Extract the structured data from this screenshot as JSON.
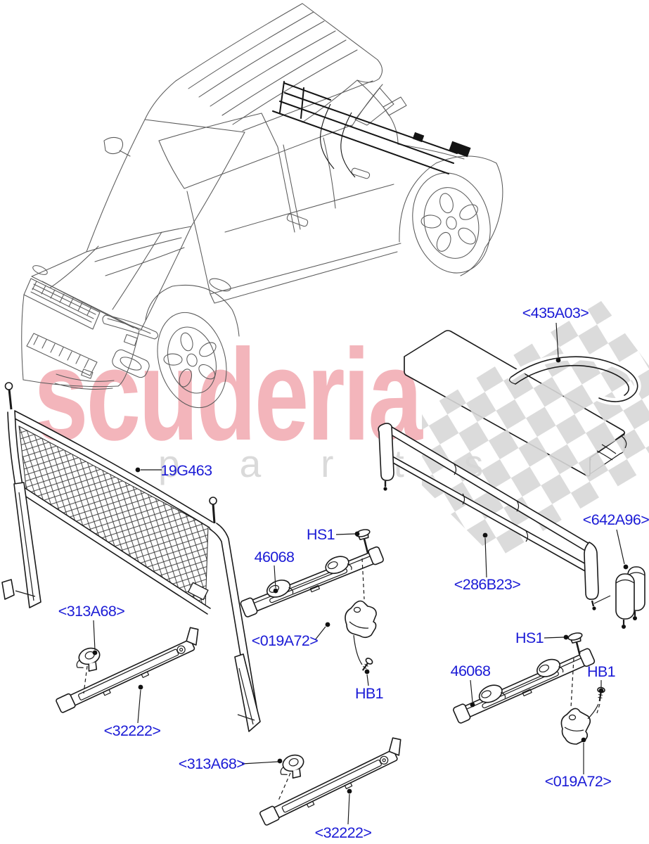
{
  "watermark": {
    "brand": "scuderia",
    "subtext": "parts"
  },
  "colors": {
    "label_blue": "#1b1bd6",
    "watermark_pink": "#f3b5bb",
    "watermark_gray": "#dadada",
    "line_black": "#1a1a1a",
    "car_gray": "#5a5a5a"
  },
  "labels": [
    {
      "id": "435A03",
      "text": "<435A03>"
    },
    {
      "id": "19G463",
      "text": "19G463"
    },
    {
      "id": "HS1-a",
      "text": "HS1"
    },
    {
      "id": "46068-a",
      "text": "46068"
    },
    {
      "id": "019A72-a",
      "text": "<019A72>"
    },
    {
      "id": "HB1-a",
      "text": "HB1"
    },
    {
      "id": "HS1-b",
      "text": "HS1"
    },
    {
      "id": "46068-b",
      "text": "46068"
    },
    {
      "id": "HB1-b",
      "text": "HB1"
    },
    {
      "id": "019A72-b",
      "text": "<019A72>"
    },
    {
      "id": "286B23",
      "text": "<286B23>"
    },
    {
      "id": "642A96",
      "text": "<642A96>"
    },
    {
      "id": "313A68-a",
      "text": "<313A68>"
    },
    {
      "id": "32222-a",
      "text": "<32222>"
    },
    {
      "id": "313A68-b",
      "text": "<313A68>"
    },
    {
      "id": "32222-b",
      "text": "<32222>"
    }
  ]
}
